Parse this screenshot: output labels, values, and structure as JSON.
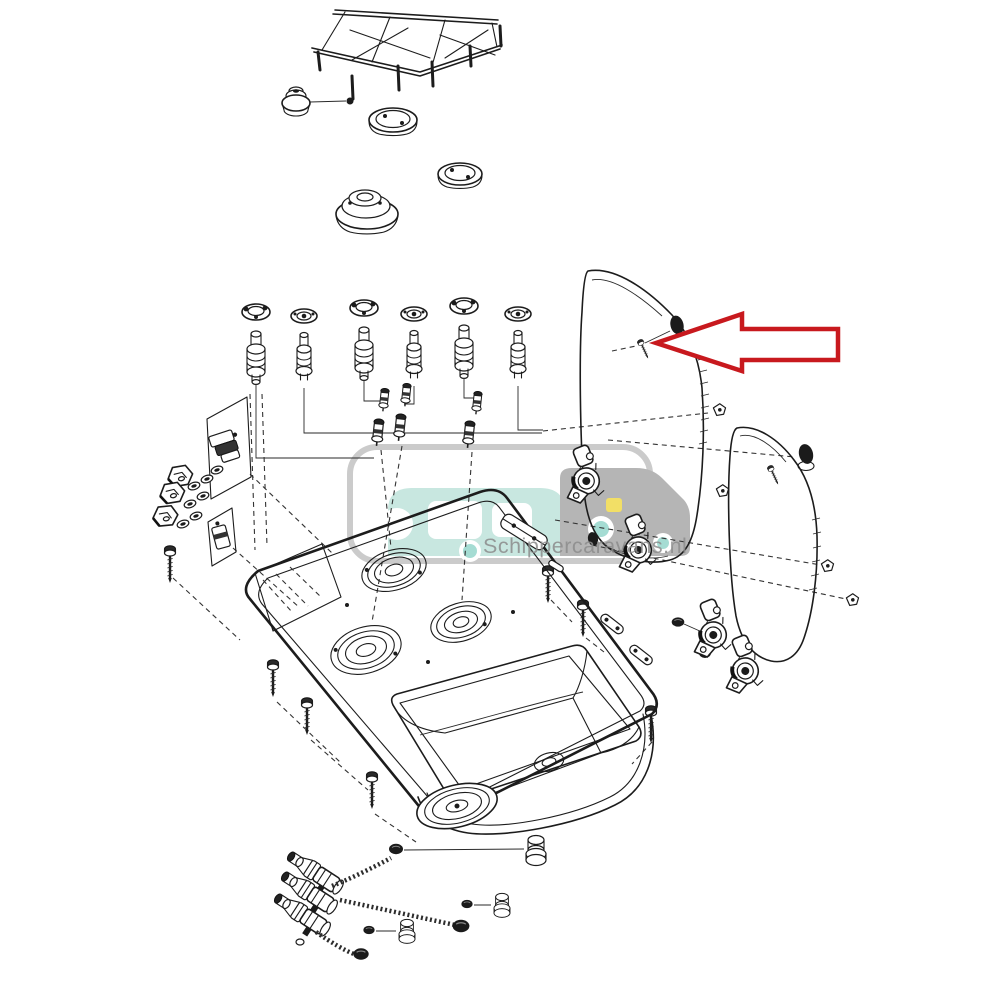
{
  "page": {
    "background_color": "#ffffff"
  },
  "diagram": {
    "kind": "exploded parts diagram",
    "subject": "caravan hob and sink combination unit",
    "line_color": "#1c1c1c",
    "parts": [
      "pan support grate",
      "rubber grate foot",
      "burner cap small",
      "burner cap medium",
      "burner cap large",
      "burner head assemblies",
      "gas injector jets",
      "ignition switch panels",
      "control knobs",
      "washers",
      "fixing screws",
      "hob body with sink bowl",
      "burner recesses",
      "front glass lid",
      "rear glass lid",
      "lid hinges",
      "rubber lid plugs",
      "link plates",
      "gas tap manifold",
      "gas supply pipes",
      "pipe fittings and nuts"
    ]
  },
  "highlight": {
    "shape": "left-pointing arrow",
    "color": "#c8191e",
    "target_part": "glass lid fixing screw"
  },
  "watermark": {
    "text": "Schippercaravans.nl",
    "text_color": "#8c8c8c",
    "border_color": "#cbcbcb",
    "logo": {
      "caravan_color": "#c8e7e0",
      "vehicle_color": "#b5b5b5",
      "accent_color": "#f2df66",
      "wheel_color": "#a5dcd3"
    }
  }
}
